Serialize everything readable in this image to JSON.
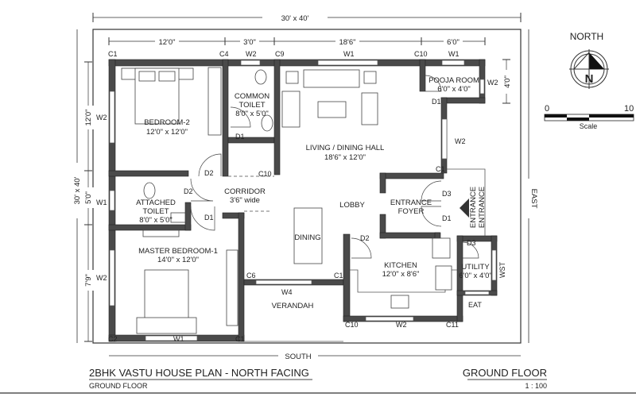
{
  "title": "2BHK VASTU HOUSE PLAN - NORTH FACING",
  "subtitle": "GROUND FLOOR",
  "sheet_label": "GROUND FLOOR",
  "sheet_scale": "1 : 100",
  "plot_size_top": "30' x 40'",
  "plot_size_left": "30' x 40'",
  "direction_south": "SOUTH",
  "direction_east": "EAST",
  "compass": {
    "label": "NORTH",
    "letter": "N"
  },
  "scale_bar": {
    "start": "0",
    "end": "10",
    "label": "Scale"
  },
  "dims_top": [
    "12'0\"",
    "3'0\"",
    "18'6\"",
    "6'0\""
  ],
  "dims_left": [
    "12'0\"",
    "5'0\"",
    "7'9\""
  ],
  "dim_pooja": "4'0\"",
  "rooms": {
    "bedroom2": {
      "name": "BEDROOM-2",
      "size": "12'0\" x 12'0\""
    },
    "common_toilet": {
      "name1": "COMMON",
      "name2": "TOILET",
      "size": "8'0\" x 5'0\""
    },
    "living": {
      "name": "LIVING / DINING HALL",
      "size": "18'6\" x 12'0\""
    },
    "pooja": {
      "name": "POOJA ROOM",
      "size": "6'0\" x 4'0\""
    },
    "attached_toilet": {
      "name1": "ATTACHED",
      "name2": "TOILET",
      "size": "8'0\" x 5'0\""
    },
    "corridor": {
      "name": "CORRIDOR",
      "size": "3'6\" wide"
    },
    "lobby": {
      "name": "LOBBY"
    },
    "foyer": {
      "name1": "ENTRANCE",
      "name2": "FOYER"
    },
    "dining": {
      "name": "DINING"
    },
    "master": {
      "name": "MASTER BEDROOM-1",
      "size": "14'0\" x 12'0\""
    },
    "kitchen": {
      "name": "KITCHEN",
      "size": "12'0\" x 8'6\""
    },
    "utility": {
      "name": "UTILITY",
      "size": "6'0\" x 4'0\""
    },
    "verandah": {
      "name": "VERANDAH"
    },
    "entrance": [
      "ENTRANCE",
      "ENTRANCE"
    ]
  },
  "labels": [
    "C1",
    "C4",
    "W2",
    "C9",
    "W1",
    "C10",
    "W1",
    "W2",
    "W1",
    "W2",
    "D2",
    "D2",
    "D1",
    "C10",
    "D1",
    "D1",
    "W2",
    "W2",
    "C1",
    "D3",
    "D1",
    "D2",
    "D3",
    "C6",
    "C1",
    "W4",
    "C10",
    "W2",
    "C11",
    "EAT",
    "WST",
    "C2",
    "W1",
    "C1"
  ]
}
